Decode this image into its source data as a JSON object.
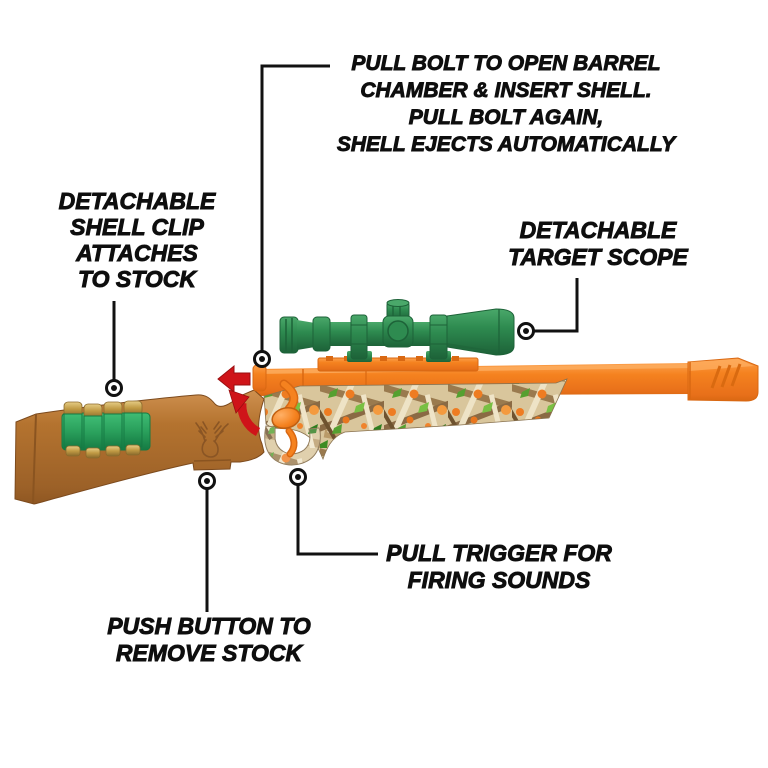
{
  "figure": {
    "type": "product-callout-diagram",
    "subject": "toy bolt-action hunting rifle with camo body, orange barrel, green scope and shell clip"
  },
  "callouts": {
    "bolt_note": {
      "lines": [
        "PULL BOLT TO OPEN BARREL",
        "CHAMBER & INSERT SHELL.",
        "PULL BOLT AGAIN,",
        "SHELL EJECTS AUTOMATICALLY"
      ]
    },
    "shell_clip_note": {
      "lines": [
        "DETACHABLE",
        "SHELL CLIP",
        "ATTACHES",
        "TO STOCK"
      ]
    },
    "scope_note": {
      "lines": [
        "DETACHABLE",
        "TARGET SCOPE"
      ]
    },
    "trigger_note": {
      "lines": [
        "PULL TRIGGER FOR",
        "FIRING SOUNDS"
      ]
    },
    "stock_button_note": {
      "lines": [
        "PUSH BUTTON TO",
        "REMOVE STOCK"
      ]
    }
  },
  "icons": {
    "callout_dot": "ring-with-center-dot",
    "bolt_direction_arrow": "solid-left-arrow",
    "bolt_rotation_arrow": "curved-counterclockwise-arrow"
  },
  "colors": {
    "background": "#ffffff",
    "text": "#0e0e0e",
    "callout_line": "#111111",
    "orange": "#f5821f",
    "orange_dark": "#d96812",
    "orange_light": "#fca04c",
    "red_arrow": "#cf1419",
    "scope_green": "#2e8b50",
    "clip_green": "#2aa05c",
    "brass": "#c09a44",
    "stock_brown": "#b4732f",
    "stock_brown_dark": "#8f5722",
    "camo_tan": "#d9c69c"
  }
}
